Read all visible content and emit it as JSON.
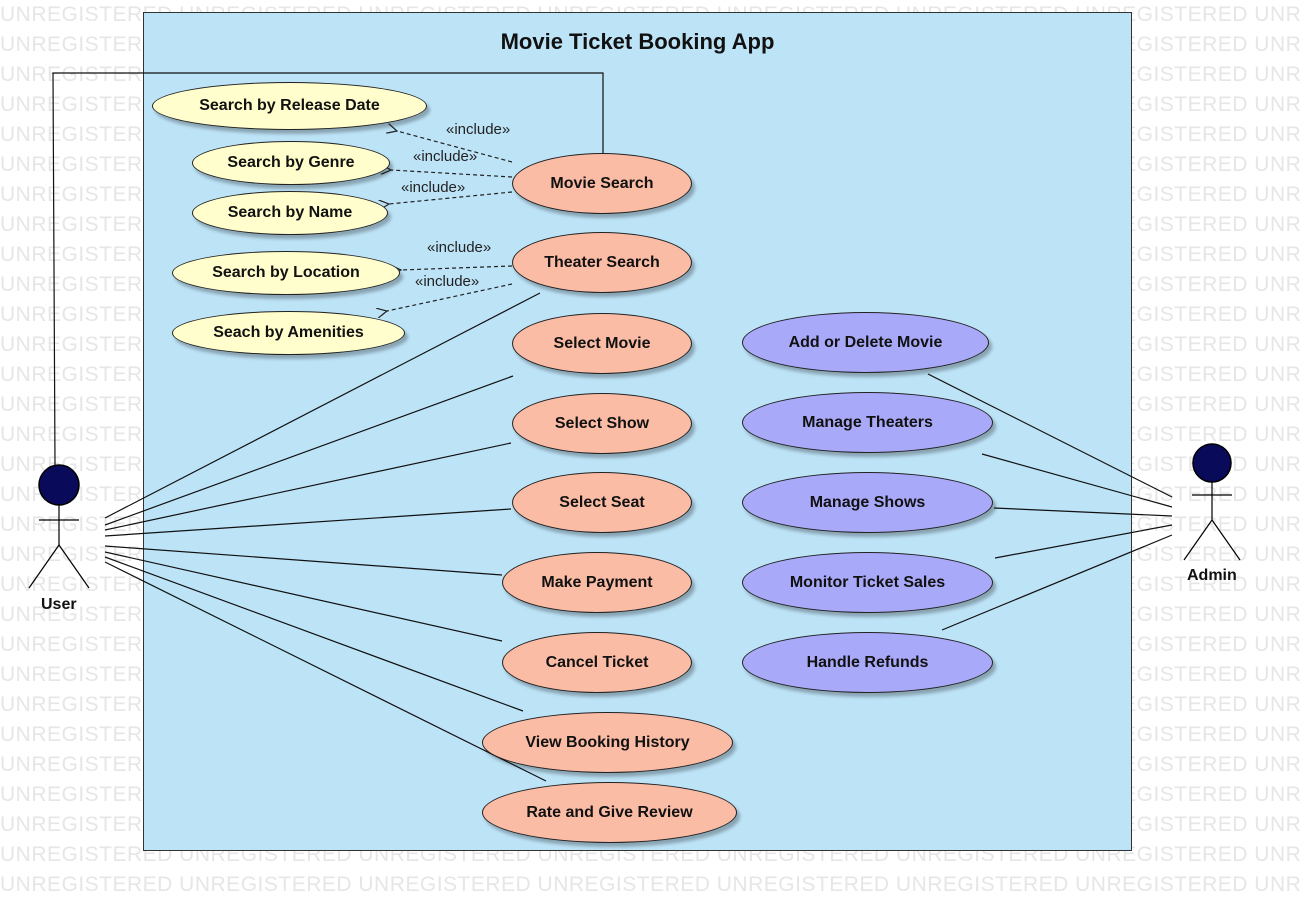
{
  "watermark": "UNREGISTERED",
  "system": {
    "title": "Movie Ticket Booking App"
  },
  "actors": {
    "user": "User",
    "admin": "Admin"
  },
  "include_label": "«include»",
  "include_use_cases": {
    "release_date": "Search by Release Date",
    "genre": "Search by Genre",
    "name": "Search by Name",
    "location": "Search by Location",
    "amenities": "Seach by Amenities"
  },
  "user_use_cases": {
    "movie_search": "Movie Search",
    "theater_search": "Theater Search",
    "select_movie": "Select Movie",
    "select_show": "Select Show",
    "select_seat": "Select Seat",
    "make_payment": "Make Payment",
    "cancel_ticket": "Cancel Ticket",
    "view_booking_history": "View Booking History",
    "rate_review": "Rate and Give Review"
  },
  "admin_use_cases": {
    "add_delete_movie": "Add or Delete Movie",
    "manage_theaters": "Manage Theaters",
    "manage_shows": "Manage Shows",
    "monitor_sales": "Monitor Ticket Sales",
    "handle_refunds": "Handle Refunds"
  },
  "colors": {
    "system_bg": "#bde3f7",
    "include_uc": "#fffecc",
    "user_uc": "#fbbca6",
    "admin_uc": "#a9a9f9",
    "actor_head": "#0a0a5a"
  }
}
